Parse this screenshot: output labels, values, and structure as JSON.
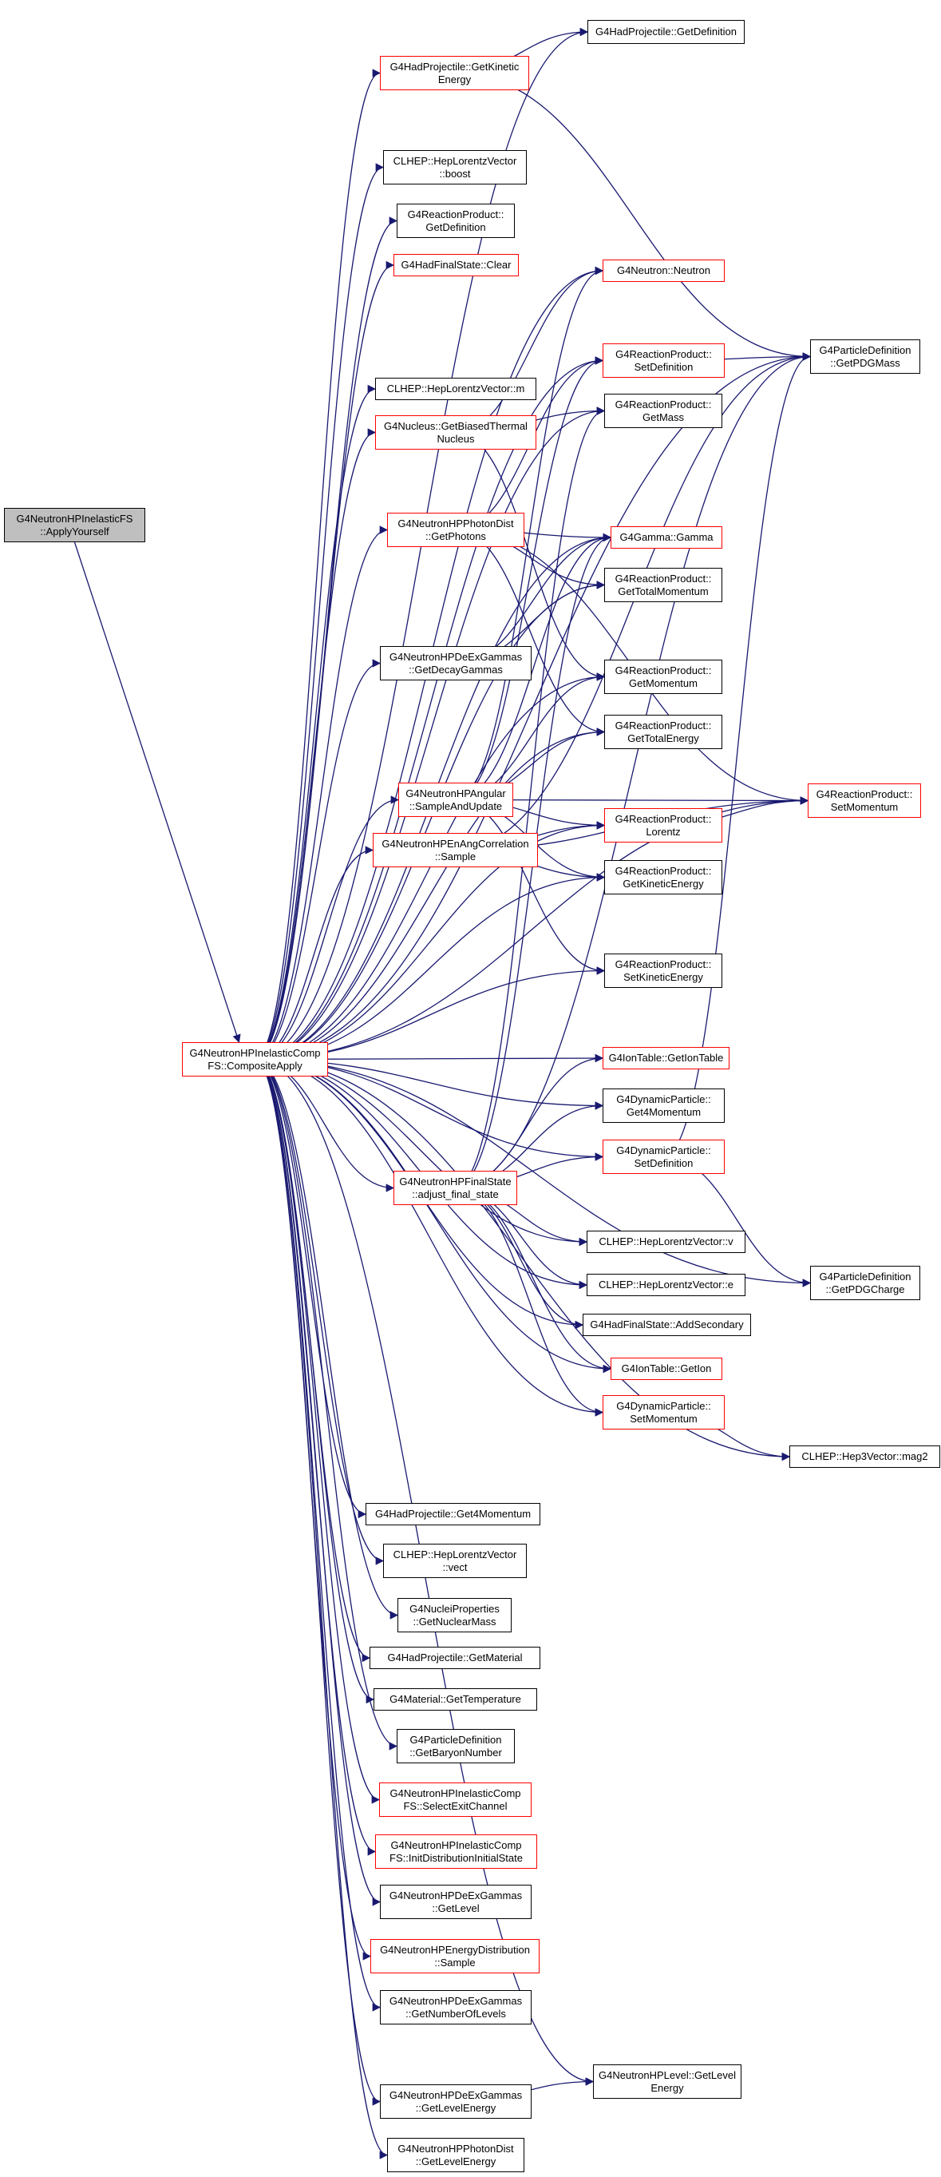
{
  "nodes": [
    {
      "id": "root",
      "lines": [
        "G4NeutronHPInelasticFS",
        "::ApplyYourself"
      ],
      "style": "root"
    },
    {
      "id": "comp",
      "lines": [
        "G4NeutronHPInelasticComp",
        "FS::CompositeApply"
      ],
      "style": "red"
    },
    {
      "id": "hp_getdef",
      "lines": [
        "G4HadProjectile::GetDefinition"
      ],
      "style": "black"
    },
    {
      "id": "hp_getkin",
      "lines": [
        "G4HadProjectile::GetKinetic",
        "Energy"
      ],
      "style": "red"
    },
    {
      "id": "lv_boost",
      "lines": [
        "CLHEP::HepLorentzVector",
        "::boost"
      ],
      "style": "black"
    },
    {
      "id": "rp_getdef",
      "lines": [
        "G4ReactionProduct::",
        "GetDefinition"
      ],
      "style": "black"
    },
    {
      "id": "hfs_clear",
      "lines": [
        "G4HadFinalState::Clear"
      ],
      "style": "red"
    },
    {
      "id": "neutron",
      "lines": [
        "G4Neutron::Neutron"
      ],
      "style": "red"
    },
    {
      "id": "rp_setdef",
      "lines": [
        "G4ReactionProduct::",
        "SetDefinition"
      ],
      "style": "red"
    },
    {
      "id": "pd_getmass",
      "lines": [
        "G4ParticleDefinition",
        "::GetPDGMass"
      ],
      "style": "black"
    },
    {
      "id": "lv_m",
      "lines": [
        "CLHEP::HepLorentzVector::m"
      ],
      "style": "black"
    },
    {
      "id": "nuc_biased",
      "lines": [
        "G4Nucleus::GetBiasedThermal",
        "Nucleus"
      ],
      "style": "red"
    },
    {
      "id": "rp_getmass",
      "lines": [
        "G4ReactionProduct::",
        "GetMass"
      ],
      "style": "black"
    },
    {
      "id": "photondist_getphotons",
      "lines": [
        "G4NeutronHPPhotonDist",
        "::GetPhotons"
      ],
      "style": "red"
    },
    {
      "id": "gamma",
      "lines": [
        "G4Gamma::Gamma"
      ],
      "style": "red"
    },
    {
      "id": "rp_gettotmom",
      "lines": [
        "G4ReactionProduct::",
        "GetTotalMomentum"
      ],
      "style": "black"
    },
    {
      "id": "deex_getdecay",
      "lines": [
        "G4NeutronHPDeExGammas",
        "::GetDecayGammas"
      ],
      "style": "black"
    },
    {
      "id": "rp_getmom",
      "lines": [
        "G4ReactionProduct::",
        "GetMomentum"
      ],
      "style": "black"
    },
    {
      "id": "rp_gettoten",
      "lines": [
        "G4ReactionProduct::",
        "GetTotalEnergy"
      ],
      "style": "black"
    },
    {
      "id": "angular",
      "lines": [
        "G4NeutronHPAngular",
        "::SampleAndUpdate"
      ],
      "style": "red"
    },
    {
      "id": "rp_setmom",
      "lines": [
        "G4ReactionProduct::",
        "SetMomentum"
      ],
      "style": "red"
    },
    {
      "id": "enang",
      "lines": [
        "G4NeutronHPEnAngCorrelation",
        "::Sample"
      ],
      "style": "red"
    },
    {
      "id": "rp_lorentz",
      "lines": [
        "G4ReactionProduct::",
        "Lorentz"
      ],
      "style": "red"
    },
    {
      "id": "rp_getkin",
      "lines": [
        "G4ReactionProduct::",
        "GetKineticEnergy"
      ],
      "style": "black"
    },
    {
      "id": "rp_setkin",
      "lines": [
        "G4ReactionProduct::",
        "SetKineticEnergy"
      ],
      "style": "black"
    },
    {
      "id": "iontable_get",
      "lines": [
        "G4IonTable::GetIonTable"
      ],
      "style": "red"
    },
    {
      "id": "dp_get4mom",
      "lines": [
        "G4DynamicParticle::",
        "Get4Momentum"
      ],
      "style": "black"
    },
    {
      "id": "dp_setdef",
      "lines": [
        "G4DynamicParticle::",
        "SetDefinition"
      ],
      "style": "red"
    },
    {
      "id": "finalstate_adjust",
      "lines": [
        "G4NeutronHPFinalState",
        "::adjust_final_state"
      ],
      "style": "red"
    },
    {
      "id": "lv_v",
      "lines": [
        "CLHEP::HepLorentzVector::v"
      ],
      "style": "black"
    },
    {
      "id": "pd_getcharge",
      "lines": [
        "G4ParticleDefinition",
        "::GetPDGCharge"
      ],
      "style": "black"
    },
    {
      "id": "lv_e",
      "lines": [
        "CLHEP::HepLorentzVector::e"
      ],
      "style": "black"
    },
    {
      "id": "hfs_addsec",
      "lines": [
        "G4HadFinalState::AddSecondary"
      ],
      "style": "black"
    },
    {
      "id": "iontable_getion",
      "lines": [
        "G4IonTable::GetIon"
      ],
      "style": "red"
    },
    {
      "id": "dp_setmom",
      "lines": [
        "G4DynamicParticle::",
        "SetMomentum"
      ],
      "style": "red"
    },
    {
      "id": "h3v_mag2",
      "lines": [
        "CLHEP::Hep3Vector::mag2"
      ],
      "style": "black"
    },
    {
      "id": "hp_get4mom",
      "lines": [
        "G4HadProjectile::Get4Momentum"
      ],
      "style": "black"
    },
    {
      "id": "lv_vect",
      "lines": [
        "CLHEP::HepLorentzVector",
        "::vect"
      ],
      "style": "black"
    },
    {
      "id": "nucprop_mass",
      "lines": [
        "G4NucleiProperties",
        "::GetNuclearMass"
      ],
      "style": "black"
    },
    {
      "id": "hp_getmat",
      "lines": [
        "G4HadProjectile::GetMaterial"
      ],
      "style": "black"
    },
    {
      "id": "mat_gettemp",
      "lines": [
        "G4Material::GetTemperature"
      ],
      "style": "black"
    },
    {
      "id": "pd_getbaryon",
      "lines": [
        "G4ParticleDefinition",
        "::GetBaryonNumber"
      ],
      "style": "black"
    },
    {
      "id": "comp_select",
      "lines": [
        "G4NeutronHPInelasticComp",
        "FS::SelectExitChannel"
      ],
      "style": "red"
    },
    {
      "id": "comp_init",
      "lines": [
        "G4NeutronHPInelasticComp",
        "FS::InitDistributionInitialState"
      ],
      "style": "red"
    },
    {
      "id": "deex_getlevel",
      "lines": [
        "G4NeutronHPDeExGammas",
        "::GetLevel"
      ],
      "style": "black"
    },
    {
      "id": "endist_sample",
      "lines": [
        "G4NeutronHPEnergyDistribution",
        "::Sample"
      ],
      "style": "red"
    },
    {
      "id": "deex_getnum",
      "lines": [
        "G4NeutronHPDeExGammas",
        "::GetNumberOfLevels"
      ],
      "style": "black"
    },
    {
      "id": "level_getlevelen",
      "lines": [
        "G4NeutronHPLevel::GetLevel",
        "Energy"
      ],
      "style": "black"
    },
    {
      "id": "deex_getlevelen",
      "lines": [
        "G4NeutronHPDeExGammas",
        "::GetLevelEnergy"
      ],
      "style": "black"
    },
    {
      "id": "photondist_getlevelen",
      "lines": [
        "G4NeutronHPPhotonDist",
        "::GetLevelEnergy"
      ],
      "style": "black"
    }
  ],
  "edges": [
    [
      "root",
      "comp"
    ],
    [
      "comp",
      "hp_getdef"
    ],
    [
      "comp",
      "hp_getkin"
    ],
    [
      "comp",
      "lv_boost"
    ],
    [
      "comp",
      "rp_getdef"
    ],
    [
      "comp",
      "hfs_clear"
    ],
    [
      "comp",
      "neutron"
    ],
    [
      "comp",
      "rp_setdef"
    ],
    [
      "comp",
      "pd_getmass"
    ],
    [
      "comp",
      "lv_m"
    ],
    [
      "comp",
      "nuc_biased"
    ],
    [
      "comp",
      "rp_getmass"
    ],
    [
      "comp",
      "photondist_getphotons"
    ],
    [
      "comp",
      "gamma"
    ],
    [
      "comp",
      "rp_gettotmom"
    ],
    [
      "comp",
      "deex_getdecay"
    ],
    [
      "comp",
      "rp_getmom"
    ],
    [
      "comp",
      "rp_gettoten"
    ],
    [
      "comp",
      "angular"
    ],
    [
      "comp",
      "rp_setmom"
    ],
    [
      "comp",
      "enang"
    ],
    [
      "comp",
      "rp_lorentz"
    ],
    [
      "comp",
      "rp_getkin"
    ],
    [
      "comp",
      "rp_setkin"
    ],
    [
      "comp",
      "iontable_get"
    ],
    [
      "comp",
      "dp_get4mom"
    ],
    [
      "comp",
      "dp_setdef"
    ],
    [
      "comp",
      "finalstate_adjust"
    ],
    [
      "comp",
      "lv_v"
    ],
    [
      "comp",
      "pd_getcharge"
    ],
    [
      "comp",
      "lv_e"
    ],
    [
      "comp",
      "hfs_addsec"
    ],
    [
      "comp",
      "iontable_getion"
    ],
    [
      "comp",
      "dp_setmom"
    ],
    [
      "comp",
      "h3v_mag2"
    ],
    [
      "comp",
      "hp_get4mom"
    ],
    [
      "comp",
      "lv_vect"
    ],
    [
      "comp",
      "nucprop_mass"
    ],
    [
      "comp",
      "hp_getmat"
    ],
    [
      "comp",
      "mat_gettemp"
    ],
    [
      "comp",
      "pd_getbaryon"
    ],
    [
      "comp",
      "comp_select"
    ],
    [
      "comp",
      "comp_init"
    ],
    [
      "comp",
      "deex_getlevel"
    ],
    [
      "comp",
      "endist_sample"
    ],
    [
      "comp",
      "deex_getnum"
    ],
    [
      "comp",
      "level_getlevelen"
    ],
    [
      "comp",
      "deex_getlevelen"
    ],
    [
      "comp",
      "photondist_getlevelen"
    ],
    [
      "hp_getkin",
      "hp_getdef"
    ],
    [
      "hp_getkin",
      "pd_getmass"
    ],
    [
      "rp_setdef",
      "pd_getmass"
    ],
    [
      "nuc_biased",
      "neutron"
    ],
    [
      "nuc_biased",
      "rp_getmass"
    ],
    [
      "nuc_biased",
      "rp_getmom"
    ],
    [
      "photondist_getphotons",
      "gamma"
    ],
    [
      "photondist_getphotons",
      "rp_gettotmom"
    ],
    [
      "photondist_getphotons",
      "rp_gettoten"
    ],
    [
      "photondist_getphotons",
      "rp_setmom"
    ],
    [
      "photondist_getphotons",
      "rp_setdef"
    ],
    [
      "deex_getdecay",
      "gamma"
    ],
    [
      "deex_getdecay",
      "rp_gettotmom"
    ],
    [
      "angular",
      "rp_getmom"
    ],
    [
      "angular",
      "rp_gettoten"
    ],
    [
      "angular",
      "rp_setmom"
    ],
    [
      "angular",
      "rp_lorentz"
    ],
    [
      "angular",
      "rp_getkin"
    ],
    [
      "angular",
      "rp_setkin"
    ],
    [
      "angular",
      "gamma"
    ],
    [
      "angular",
      "rp_setdef"
    ],
    [
      "angular",
      "neutron"
    ],
    [
      "enang",
      "rp_setmom"
    ],
    [
      "enang",
      "rp_lorentz"
    ],
    [
      "enang",
      "rp_getkin"
    ],
    [
      "enang",
      "pd_getmass"
    ],
    [
      "rp_lorentz",
      "rp_setmom"
    ],
    [
      "dp_setdef",
      "pd_getcharge"
    ],
    [
      "dp_setdef",
      "pd_getmass"
    ],
    [
      "finalstate_adjust",
      "iontable_get"
    ],
    [
      "finalstate_adjust",
      "dp_get4mom"
    ],
    [
      "finalstate_adjust",
      "dp_setdef"
    ],
    [
      "finalstate_adjust",
      "lv_v"
    ],
    [
      "finalstate_adjust",
      "lv_e"
    ],
    [
      "finalstate_adjust",
      "hfs_addsec"
    ],
    [
      "finalstate_adjust",
      "iontable_getion"
    ],
    [
      "finalstate_adjust",
      "dp_setmom"
    ],
    [
      "finalstate_adjust",
      "rp_getmass"
    ],
    [
      "finalstate_adjust",
      "gamma"
    ],
    [
      "finalstate_adjust",
      "pd_getmass"
    ],
    [
      "dp_setmom",
      "h3v_mag2"
    ],
    [
      "deex_getlevelen",
      "level_getlevelen"
    ]
  ],
  "colors": {
    "edge": "#191970",
    "node_border": "#000000",
    "node_border_highlight": "#ff0000",
    "root_fill": "#bfbfbf"
  }
}
